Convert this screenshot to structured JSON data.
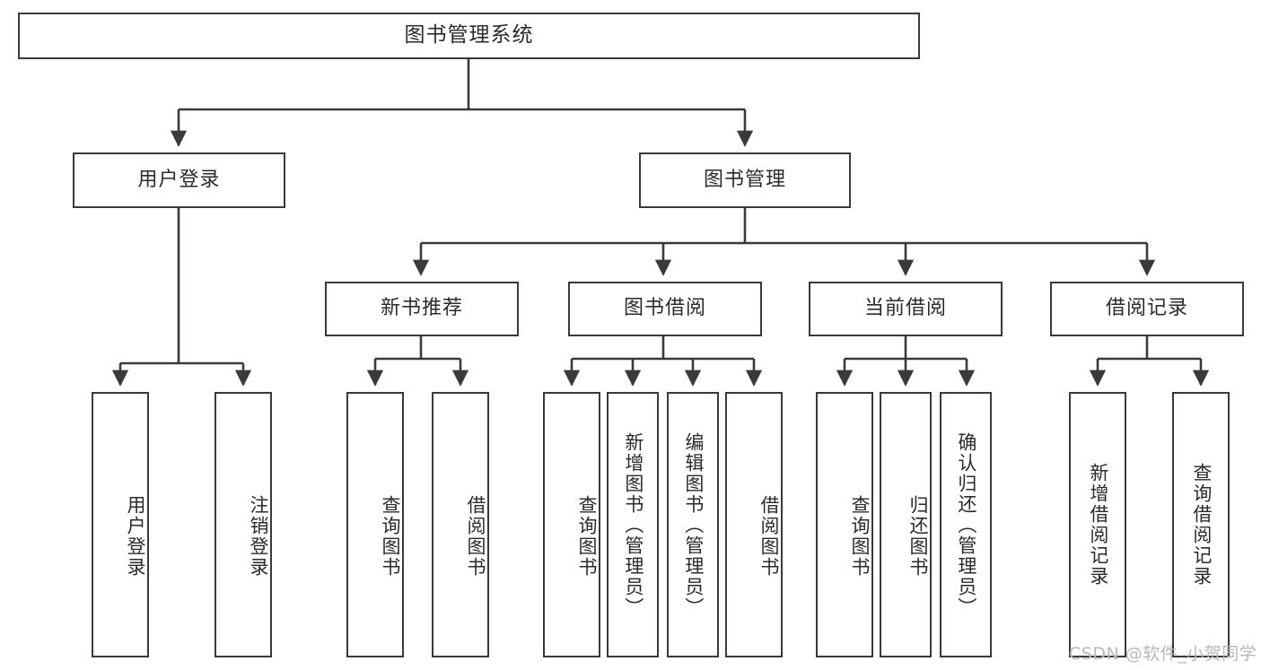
{
  "diagram": {
    "title": "图书管理系统",
    "type": "tree-hierarchy-diagram",
    "watermark": "CSDN @软件_小贺同学",
    "colors": {
      "box_border": "#3a3a3a",
      "box_fill": "#ffffff",
      "text": "#2b2b2b",
      "connector": "#3a3a3a",
      "watermark": "#b8b8b8",
      "background": "#ffffff"
    },
    "nodes": {
      "root": "图书管理系统",
      "level2": {
        "user_login": "用户登录",
        "book_manage": "图书管理"
      },
      "level3": {
        "new_book_rec": "新书推荐",
        "book_borrow": "图书借阅",
        "current_borrow": "当前借阅",
        "borrow_record": "借阅记录"
      },
      "leaves": {
        "user_login_1": "用户登录",
        "user_login_2": "注销登录",
        "new_book_rec_1": "查询图书",
        "new_book_rec_2": "借阅图书",
        "book_borrow_1": "查询图书",
        "book_borrow_2": "新增图书（管理员）",
        "book_borrow_3": "编辑图书（管理员）",
        "book_borrow_4": "借阅图书",
        "current_borrow_1": "查询图书",
        "current_borrow_2": "归还图书",
        "current_borrow_3": "确认归还（管理员）",
        "borrow_record_1": "新增借阅记录",
        "borrow_record_2": "查询借阅记录"
      }
    }
  }
}
